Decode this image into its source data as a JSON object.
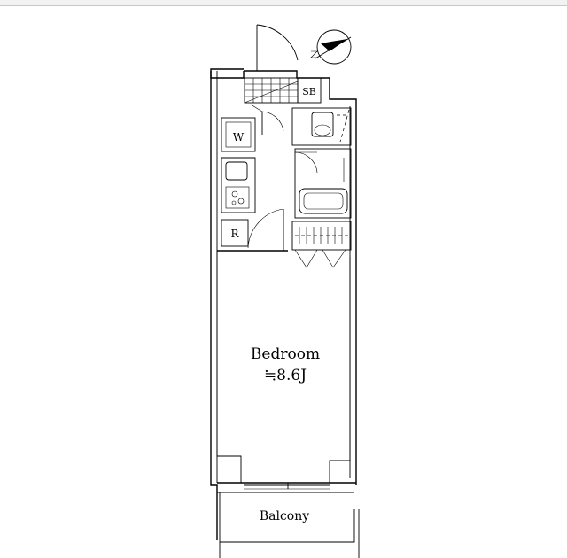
{
  "floorplan": {
    "labels": {
      "sb": "SB",
      "w": "W",
      "r": "R",
      "bedroom": "Bedroom",
      "area": "≒8.6J",
      "balcony": "Balcony"
    }
  }
}
